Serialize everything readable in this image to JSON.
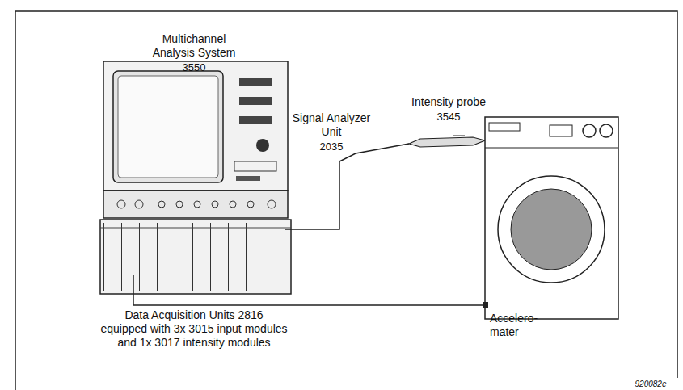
{
  "diagram": {
    "labels": [
      "Multichannel Analysis System",
      "3550",
      "Signal Analyzer Unit",
      "2035",
      "Intensity probe",
      "3545",
      "Accelero- mater",
      "Data Acquisition Units 2816",
      "equipped with 3x 3015 input modules",
      "and 1x 3017 intensity modules",
      "920082e"
    ]
  }
}
